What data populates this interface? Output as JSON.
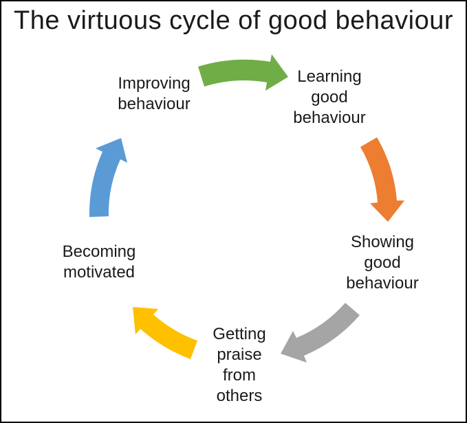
{
  "title": "The virtuous cycle of good behaviour",
  "steps": [
    {
      "id": "improving",
      "label": "Improving\nbehaviour"
    },
    {
      "id": "learning",
      "label": "Learning\ngood\nbehaviour"
    },
    {
      "id": "showing",
      "label": "Showing\ngood\nbehaviour"
    },
    {
      "id": "getting-praise",
      "label": "Getting\npraise\nfrom\nothers"
    },
    {
      "id": "becoming-motivated",
      "label": "Becoming\nmotivated"
    }
  ],
  "arrows": [
    {
      "from": "improving",
      "to": "learning",
      "color": "#70AD47"
    },
    {
      "from": "learning",
      "to": "showing",
      "color": "#ED7D31"
    },
    {
      "from": "showing",
      "to": "getting-praise",
      "color": "#A5A5A5"
    },
    {
      "from": "getting-praise",
      "to": "becoming-motivated",
      "color": "#FFC000"
    },
    {
      "from": "becoming-motivated",
      "to": "improving",
      "color": "#5B9BD5"
    }
  ]
}
